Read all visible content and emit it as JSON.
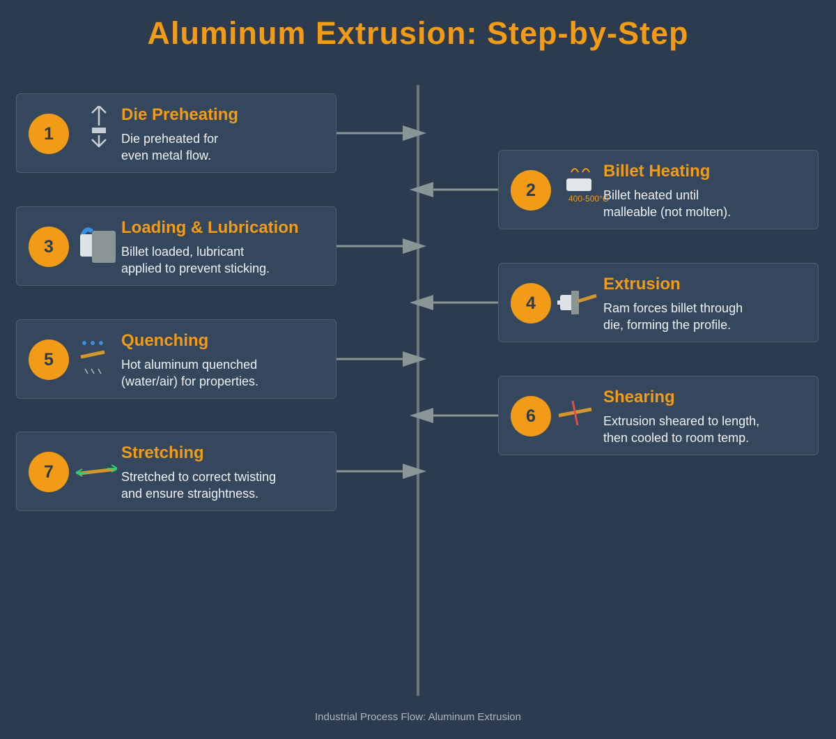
{
  "title": "Aluminum Extrusion: Step-by-Step",
  "footer": "Industrial Process Flow: Aluminum Extrusion",
  "colors": {
    "background": "#2d3b4e",
    "card": "#35475c",
    "card_border": "#4b5e73",
    "accent": "#f29b17",
    "timeline": "#6b777f",
    "connector": "#8a9596",
    "text": "#eef1f4"
  },
  "steps": [
    {
      "number": "1",
      "side": "left",
      "title": "Die Preheating",
      "desc": "Die preheated for\neven metal flow.",
      "icon": "die-preheat-icon"
    },
    {
      "number": "2",
      "side": "right",
      "title": "Billet Heating",
      "desc": "Billet heated until\nmalleable (not molten).",
      "icon": "billet-heating-icon",
      "temp_label": "400-500°C"
    },
    {
      "number": "3",
      "side": "left",
      "title": "Loading & Lubrication",
      "desc": "Billet loaded, lubricant\napplied to prevent sticking.",
      "icon": "loading-lubrication-icon"
    },
    {
      "number": "4",
      "side": "right",
      "title": "Extrusion",
      "desc": "Ram forces billet through\ndie, forming the profile.",
      "icon": "extrusion-press-icon"
    },
    {
      "number": "5",
      "side": "left",
      "title": "Quenching",
      "desc": "Hot aluminum quenched\n(water/air) for properties.",
      "icon": "quenching-icon"
    },
    {
      "number": "6",
      "side": "right",
      "title": "Shearing",
      "desc": "Extrusion sheared to length,\nthen cooled to room temp.",
      "icon": "shearing-icon"
    },
    {
      "number": "7",
      "side": "left",
      "title": "Stretching",
      "desc": "Stretched to correct twisting\nand ensure straightness.",
      "icon": "stretching-icon"
    }
  ]
}
